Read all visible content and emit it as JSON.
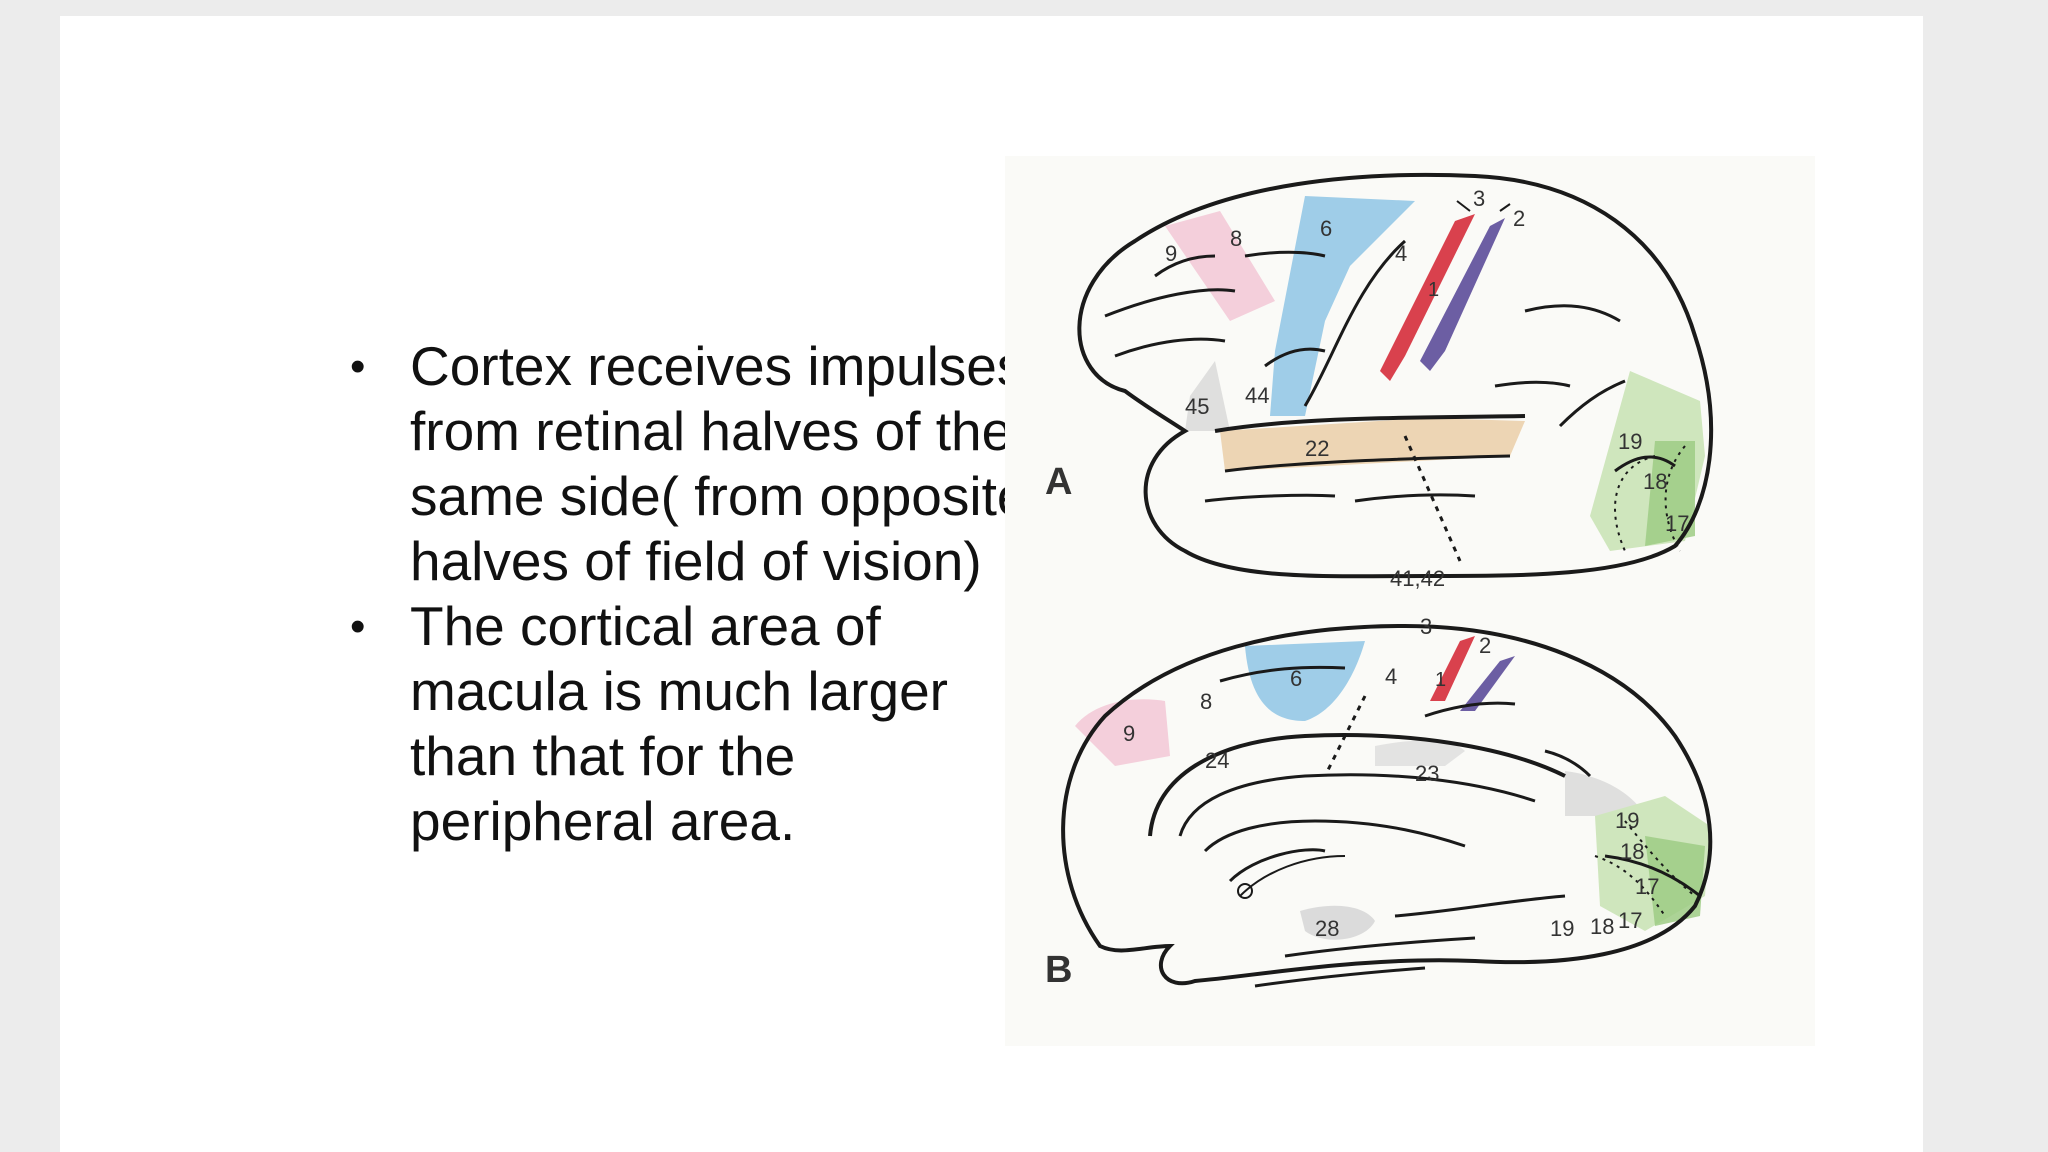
{
  "bullets": [
    {
      "text": "Cortex receives impulses from retinal halves of the same side( from opposite halves of field of vision)"
    },
    {
      "text": "The cortical area of macula is much larger than that for the peripheral area."
    }
  ],
  "figure": {
    "panel_a": {
      "label": "A",
      "areas": [
        "9",
        "8",
        "6",
        "4",
        "3",
        "2",
        "1",
        "45",
        "44",
        "22",
        "41,42",
        "19",
        "18",
        "17"
      ]
    },
    "panel_b": {
      "label": "B",
      "areas": [
        "6",
        "3",
        "2",
        "4",
        "1",
        "8",
        "9",
        "24",
        "23",
        "19",
        "18",
        "17",
        "28",
        "19",
        "18",
        "17"
      ]
    },
    "colors": {
      "pink": "#f2c4d3",
      "blue": "#9fcde8",
      "red": "#d9414d",
      "purple": "#6c5ea3",
      "tan": "#edd5b4",
      "green_light": "#cfe6bd",
      "green_dark": "#9dcb85",
      "grey": "#d3d3d3"
    }
  }
}
